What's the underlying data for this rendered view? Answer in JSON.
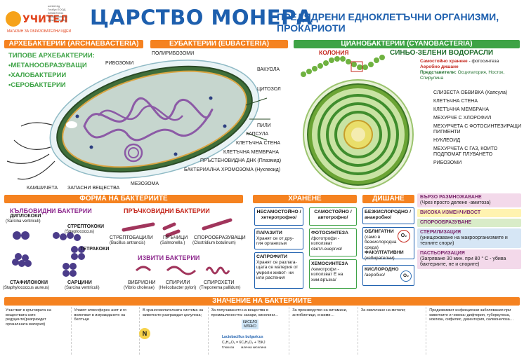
{
  "logo": {
    "name": "УЧИТЕЛ",
    "tagline": "МАГАЗИН ЗА ОБРАЗОВАТЕЛНИ ИДЕИ",
    "info": "uchitel.bg\nГлобус ЕООД\n0898670044\ninfo@uchitel.bg\nwww.uchitel.bg"
  },
  "title": "ЦАРСТВО МОНЕРА",
  "subtitle": "ПРЕДЯДРЕНИ ЕДНОКЛЕТЪЧНИ ОРГАНИЗМИ, ПРОКАРИОТИ",
  "archaea": {
    "header": "АРХЕБАКТЕРИИ (ARCHAEBACTERIA)",
    "types_title": "ТИПОВЕ АРХЕБАКТЕРИИ:",
    "items": [
      "•МЕТАНООБРАЗУВАЩИ",
      "•ХАЛОБАКТЕРИИ",
      "•СЕРОБАКТЕРИИ"
    ]
  },
  "eubacteria": {
    "header": "ЕУБАКТЕРИИ (EUBACTERIA)",
    "labels": {
      "ribosomes": "РИБОЗОМИ",
      "polyribosomes": "ПОЛИРИБОЗОМИ",
      "vacuole": "ВАКУОЛА",
      "cytosol": "ЦИТОЗОЛ",
      "pili": "ПИЛИ",
      "capsule": "КАПСУЛА",
      "cell_wall": "КЛЕТЪЧНА СТЕНА",
      "cell_membrane": "КЛЕТЪЧНА МЕМБРАНА",
      "plasmid": "ПРЪСТЕНОВИДНА ДНК (Плазмид)",
      "chromosome": "БАКТЕРИАЛНА ХРОМОЗОМА (Нуклеоид)",
      "mesosome": "МЕЗОЗОМА",
      "flagella": "КАМШИЧЕТА",
      "storage": "ЗАПАСНИ ВЕЩЕСТВА"
    }
  },
  "cyano": {
    "header": "ЦИАНОБАКТЕРИИ (CYANOBACTERIA)",
    "colony": "КОЛОНИЯ",
    "title": "СИНЬО-ЗЕЛЕНИ ВОДОРАСЛИ",
    "line1_bold": "Самостойно хранене",
    "line1": " - фотосинтеза",
    "line2": "Аеробно дишане",
    "line3_bold": "Представители:",
    "line3": " Осцилатория, Носток, Спирулина",
    "labels": [
      "СЛИЗЕСТА ОБВИВКА (Капсула)",
      "КЛЕТЪЧНА СТЕНА",
      "КЛЕТЪЧНА МЕМБРАНА",
      "МЕХУРЧЕ С ХЛОРОФИЛ",
      "МЕХУРЧЕТА С ФОТОСИНТЕЗИРАЩИ ПИГМЕНТИ",
      "НУКЛЕОИД",
      "МЕХУРЧЕТА С ГАЗ, КОИТО ПОДПОМАТ ПЛУВАНЕТО",
      "РИБОЗОМИ"
    ]
  },
  "forms": {
    "header": "ФОРМА НА БАКТЕРИИТЕ",
    "cocci_title": "КЪЛБОВИДНИ БАКТЕРИИ",
    "rods_title": "ПРЪЧКОВИДНИ БАКТЕРИИ",
    "curved_title": "ИЗВИТИ БАКТЕРИИ",
    "cocci": [
      {
        "name": "ДИПЛОКОКИ",
        "latin": "(Sarcina ventriculi)"
      },
      {
        "name": "СТРЕПТОКОКИ",
        "latin": "(Streptococcus)"
      },
      {
        "name": "ТЕТРАКОКИ",
        "latin": ""
      },
      {
        "name": "СТАФИЛОКОКИ",
        "latin": "(Staphylococcus aureus)"
      },
      {
        "name": "САРЦИНИ",
        "latin": "(Sarcina ventriculi)"
      }
    ],
    "rods": [
      {
        "name": "СТРЕПТОБАЦИЛИ",
        "latin": "(Bacillus antrancis)"
      },
      {
        "name": "ПРЪЧИЦИ",
        "latin": "(Salmonella )"
      },
      {
        "name": "СПОРООБРАЗУВАЩИ",
        "latin": "(Clostridium botulinum)"
      }
    ],
    "curved": [
      {
        "name": "ВИБРИОНИ",
        "latin": "(Vibrio cholerae)"
      },
      {
        "name": "СПИРИЛИ",
        "latin": "(Helicobacter pylori)"
      },
      {
        "name": "СПИРОХЕТИ",
        "latin": "(Treponema pallidum)"
      }
    ]
  },
  "nutrition": {
    "header": "ХРАНЕНЕ",
    "left_title": "НЕСАМОСТОЙНО /хетеротрофно/",
    "right_title": "САМОСТОЙНО /автотрофно/",
    "parasites_title": "ПАРАЗИТИ",
    "parasites_text": "Хранят се от дру- гия организъм",
    "saprophytes_title": "САПРОФИТИ",
    "saprophytes_text": "Хранят се разлага- щата се материя от умрели живот- ни или растения",
    "photo_title": "ФОТОСИНТЕЗА",
    "photo_text": "/фототрофи - използват светл.енергия/",
    "chemo_title": "ХЕМОСИНТЕЗА",
    "chemo_text": "/хемотрофи - използват Е на хим.връзка/"
  },
  "respiration": {
    "header": "ДИШАНЕ",
    "anaerobic_title": "БЕЗКИСЛОРОДНО /анаеробно/",
    "obligate_title": "ОБЛИГАТНИ",
    "obligate_text": "(само в безкислородна среда)",
    "facultative_title": "ФАКУЛТАТИВНИ",
    "facultative_text": "(избирателни)",
    "aerobic_title": "КИСЛОРОДНО",
    "aerobic_sub": "/аеробно/",
    "o2": "O₂"
  },
  "properties": [
    {
      "text": "БЪРЗО РАЗМНОЖАВАНЕ",
      "sub": "(Чрез просто делене -амитоза)",
      "color": "#f3d9ea"
    },
    {
      "text": "ВИСОКА ИЗМЕНЧИВОСТ",
      "sub": "",
      "color": "#fff3b0"
    },
    {
      "text": "СПОРООБРАЗУВАНЕ",
      "sub": "",
      "color": "#d9ecc8"
    },
    {
      "text": "СТЕРИЛИЗАЦИЯ",
      "sub": "(унищожаване на макроорганизмите и техните спори)",
      "color": "#d6e6f5"
    },
    {
      "text": "ПАСТЬОРИЗАЦИЯ",
      "sub": "(Загряване 30 мин. при 80 ° С - убива бактериите, не и спорите)",
      "color": "#f3d9ea"
    }
  ],
  "meaning": {
    "header": "ЗНАЧЕНИЕ НА БАКТЕРИИТЕ",
    "cells": [
      "Участват в кръговрата на веществата като редуценти(разграждат органичната материя)",
      "Улавят атмосферен азот и го включват в изграждането на белтъци",
      "В храносмилателната система на животните разграждат целулоза;",
      "За получаването на вещества в промишлеността: захари, киселини…",
      "За производство на витамини, антибиотици, ензими…",
      "За извличане на метали;",
      "Предизвикват инфекциозни заболявания при животните и човека: дифтерия, туберкулоза, коклюш, сифилис, дизентерия, салмонелоза…"
    ],
    "milk_label": "КИСЕЛО МЛЯКО",
    "lacto": "Lactobacillus bulgaricus",
    "formula": "C₆H₁₂O₆ = 6C₃H₆O₃ + 75KJ",
    "formula_sub": "Глюкоза        млечна киселина",
    "n_letter": "N"
  }
}
